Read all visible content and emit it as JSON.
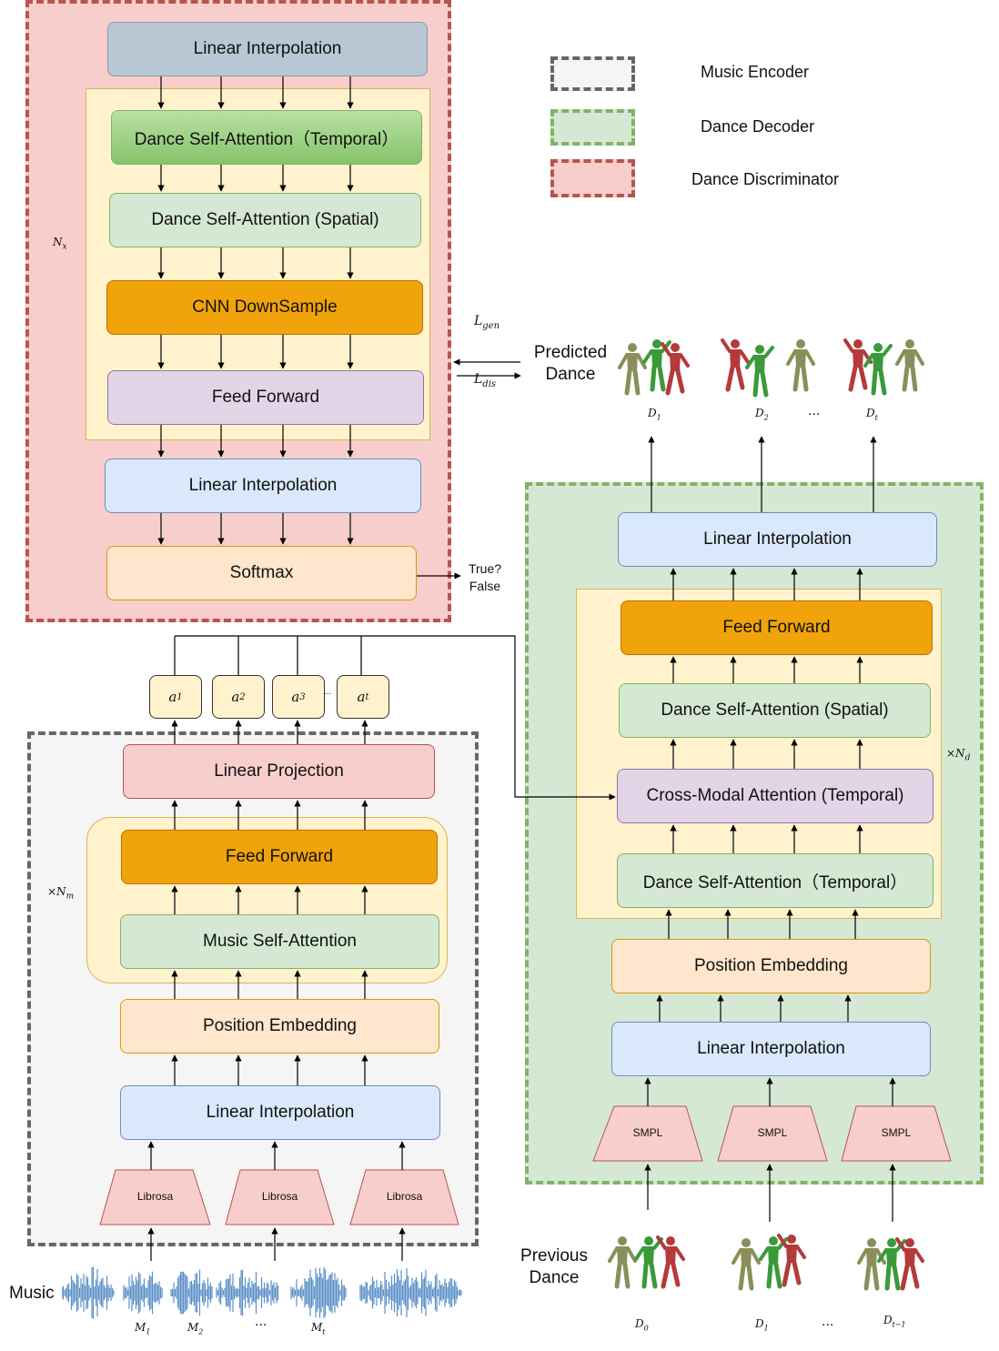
{
  "legend": {
    "music_encoder": "Music Encoder",
    "dance_decoder": "Dance Decoder",
    "dance_discriminator": "Dance Discriminator"
  },
  "discriminator": {
    "linear_interp_top": "Linear Interpolation",
    "temporal_attn": "Dance  Self-Attention（Temporal）",
    "spatial_attn": "Dance Self-Attention (Spatial)",
    "cnn_downsample": "CNN DownSample",
    "feed_forward": "Feed Forward",
    "linear_interp_bottom": "Linear Interpolation",
    "softmax": "Softmax",
    "repeat_label": "N",
    "repeat_sub": "x",
    "output_true": "True?",
    "output_false": "False"
  },
  "losses": {
    "gen": "L",
    "gen_sub": "gen",
    "dis": "L",
    "dis_sub": "dis"
  },
  "predicted": {
    "label_line1": "Predicted",
    "label_line2": "Dance",
    "frames": [
      "D",
      "D",
      "D"
    ],
    "frame_subs": [
      "1",
      "2",
      "t"
    ],
    "ellipsis": "..."
  },
  "decoder": {
    "linear_interp_top": "Linear Interpolation",
    "feed_forward": "Feed Forward",
    "spatial_attn": "Dance Self-Attention (Spatial)",
    "cross_modal": "Cross-Modal Attention (Temporal)",
    "temporal_attn": "Dance  Self-Attention（Temporal）",
    "position_embedding": "Position Embedding",
    "linear_interp_bottom": "Linear Interpolation",
    "repeat_label": "×N",
    "repeat_sub": "d",
    "smpl": [
      "SMPL",
      "SMPL",
      "SMPL"
    ]
  },
  "tokens": {
    "items": [
      "a",
      "a",
      "a",
      "a"
    ],
    "subs": [
      "1",
      "2",
      "3",
      "t"
    ],
    "ellipsis": "..."
  },
  "encoder": {
    "linear_projection": "Linear Projection",
    "feed_forward": "Feed Forward",
    "music_attn": "Music Self-Attention",
    "position_embedding": "Position Embedding",
    "linear_interp": "Linear Interpolation",
    "repeat_label": "×N",
    "repeat_sub": "m",
    "librosa": [
      "Librosa",
      "Librosa",
      "Librosa"
    ]
  },
  "music": {
    "label": "Music",
    "segments": [
      "M",
      "M",
      "M"
    ],
    "segment_subs": [
      "1",
      "2",
      "t"
    ],
    "ellipsis": "..."
  },
  "previous": {
    "label_line1": "Previous",
    "label_line2": "Dance",
    "frames": [
      "D",
      "D",
      "D"
    ],
    "frame_subs": [
      "0",
      "1",
      "t−1"
    ],
    "ellipsis": "..."
  },
  "colors": {
    "discriminator": "#f8cecc",
    "encoder": "#f5f5f5",
    "decoder": "#d5e8d4",
    "orange": "#f0a30a",
    "waveform": "#5b8fc7"
  }
}
